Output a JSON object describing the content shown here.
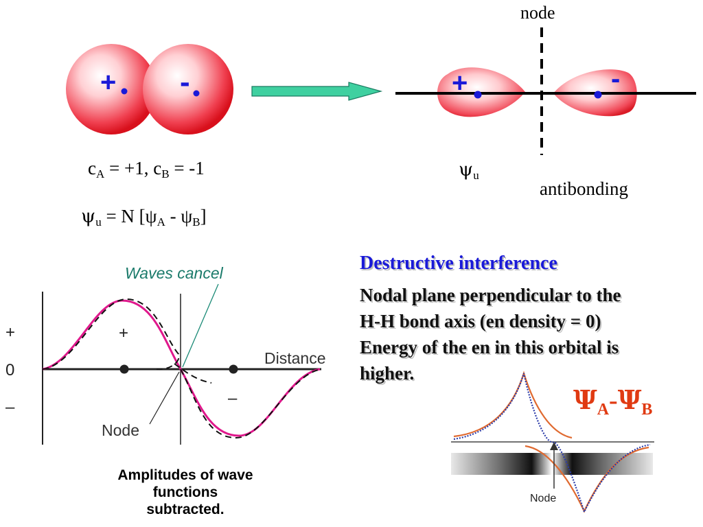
{
  "top_left": {
    "left_sign": "+",
    "right_sign": "-",
    "coeffs": {
      "cA_sym": "c",
      "cA_sub": "A",
      "cA_rest": " = +1, c",
      "cB_sub": "B",
      "cB_rest": " = -1"
    },
    "wavefn": {
      "psi": "ψ",
      "psi_sub": "u",
      "rest1": " = N [ψ",
      "sub_a": "A",
      "mid": " - ψ",
      "sub_b": "B",
      "end": "]"
    }
  },
  "top_right": {
    "node_label": "node",
    "left_sign": "+",
    "right_sign": "-",
    "psi": "ψ",
    "psi_sub": "u",
    "antibonding_label": "antibonding"
  },
  "wave_graph": {
    "waves_cancel_label": "Waves cancel",
    "distance_label": "Distance",
    "node_label": "Node",
    "axis_plus": "+",
    "axis_zero": "0",
    "axis_minus": "–",
    "lobe_plus": "+",
    "lobe_minus": "–",
    "caption_lines": [
      "Amplitudes of wave",
      "functions",
      "subtracted."
    ]
  },
  "description": {
    "heading": "Destructive interference",
    "lines": [
      "Nodal plane perpendicular to the",
      "H-H bond axis (en density = 0)",
      "Energy of the en in this orbital is",
      "higher."
    ]
  },
  "bottom_right": {
    "psi_a": "Ψ",
    "sub_a": "A",
    "dash": "-",
    "psi_b": "Ψ",
    "sub_b": "B",
    "node_label": "Node"
  },
  "colors": {
    "orbital_red": "#e8202a",
    "sign_blue": "#1a1ad8",
    "arrow_green": "#3fd0a0",
    "curve_magenta": "#e0188c",
    "heading_blue": "#1a1ad8",
    "psi_orange": "#e03a12",
    "curve_orange": "#e06a30",
    "dotted_blue": "#2a3aa8"
  }
}
